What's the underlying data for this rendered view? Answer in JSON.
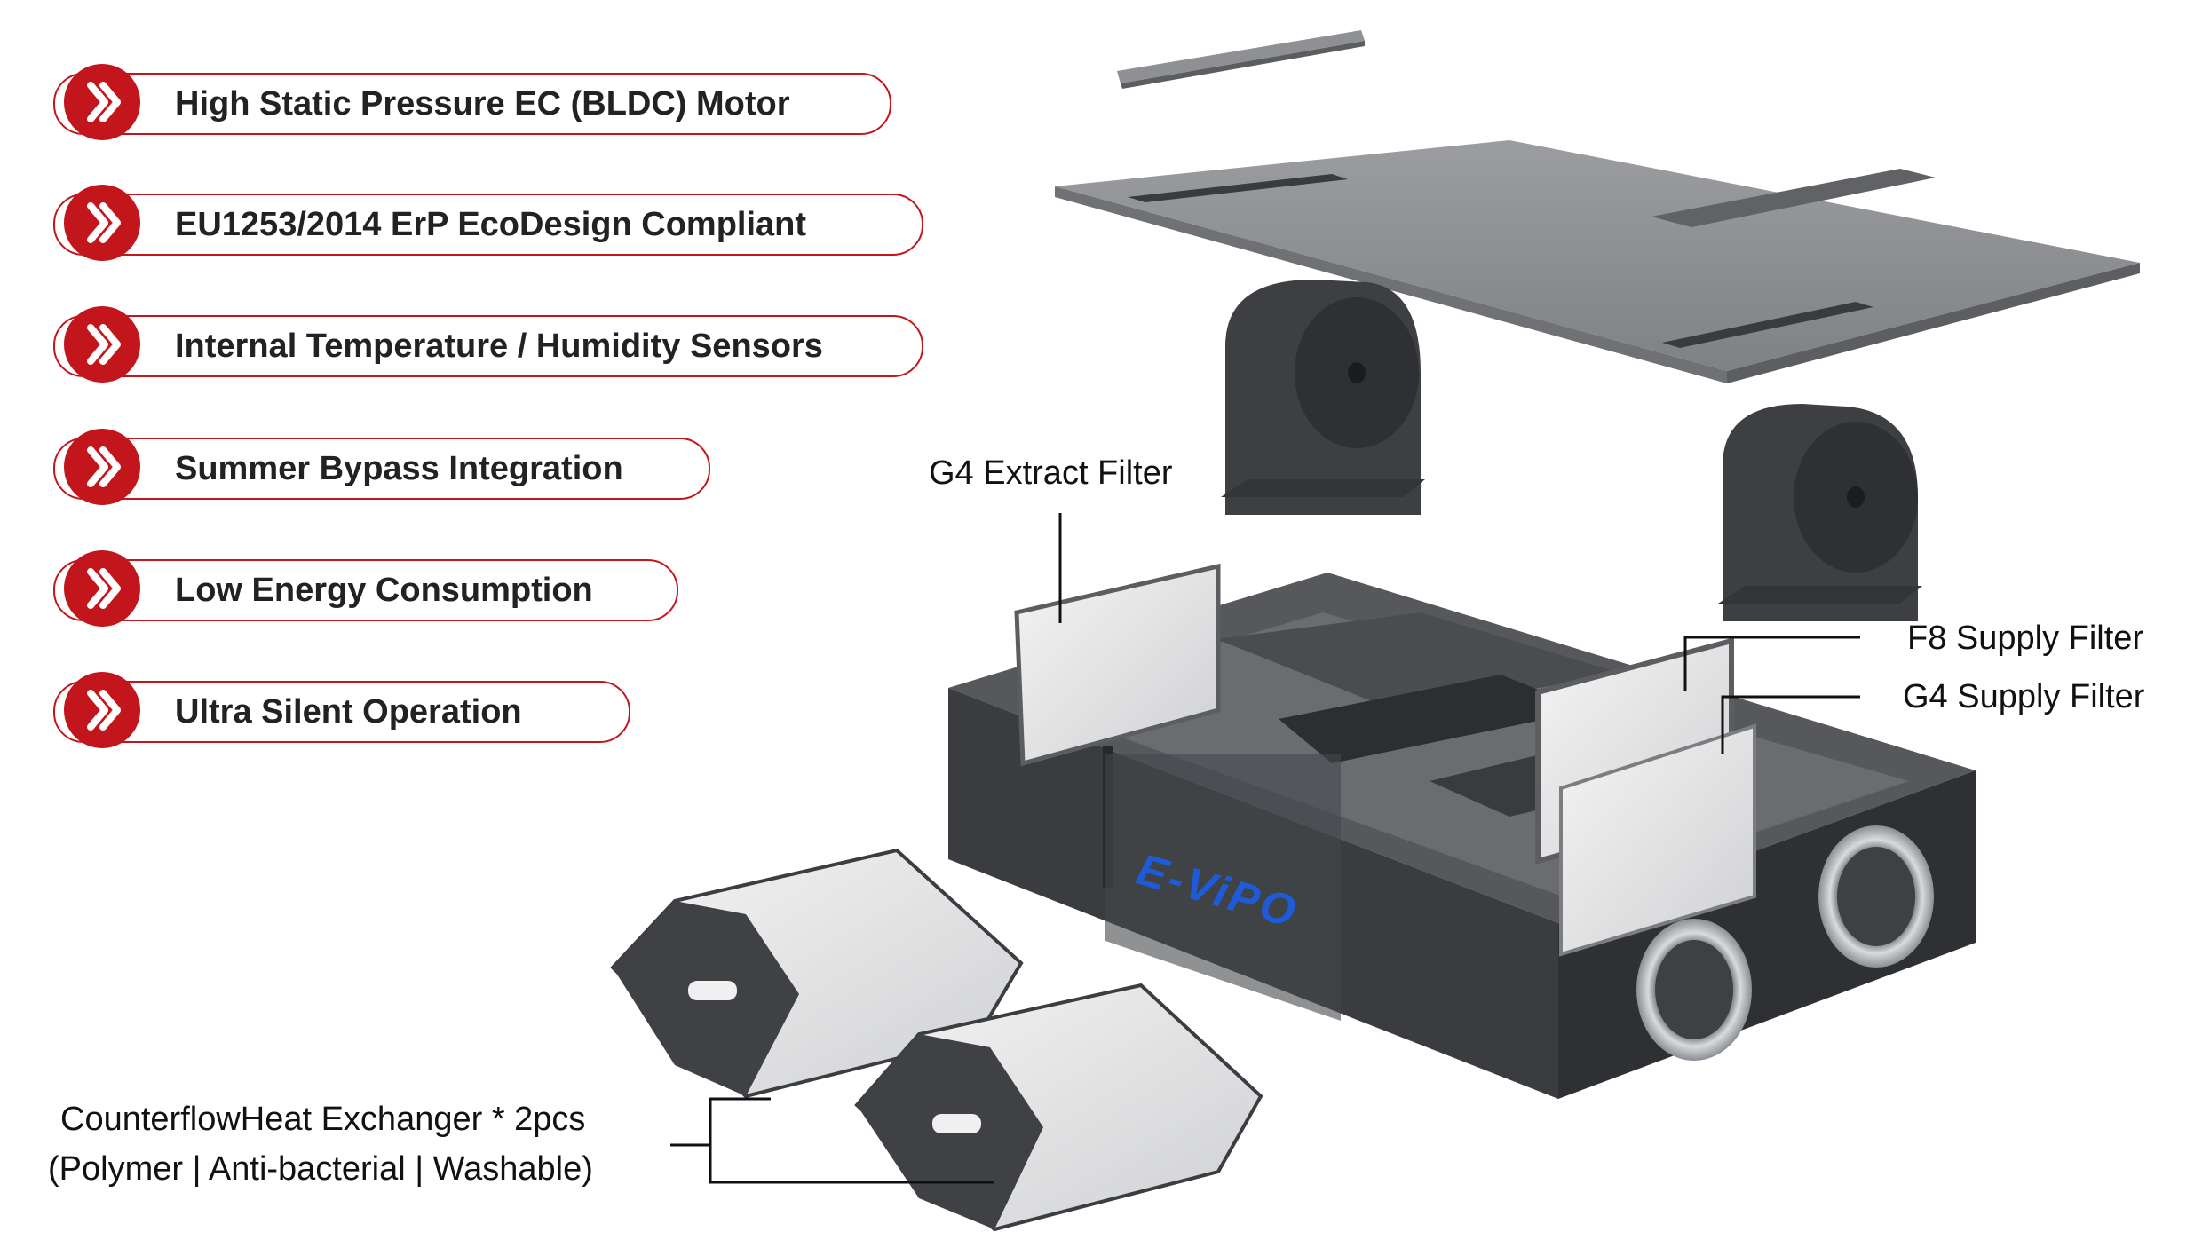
{
  "features": [
    {
      "label": "High Static Pressure EC (BLDC) Motor"
    },
    {
      "label": "EU1253/2014 ErP EcoDesign Compliant"
    },
    {
      "label": "Internal Temperature / Humidity Sensors"
    },
    {
      "label": "Summer Bypass Integration"
    },
    {
      "label": "Low Energy Consumption"
    },
    {
      "label": "Ultra Silent Operation"
    }
  ],
  "callouts": {
    "g4_extract": "G4 Extract Filter",
    "f8_supply": "F8 Supply Filter",
    "g4_supply": "G4 Supply Filter",
    "heat_exchanger_line1": "CounterflowHeat Exchanger * 2pcs",
    "heat_exchanger_line2": "(Polymer | Anti-bacterial | Washable)"
  },
  "brand": {
    "logo_text": "E-ViPO",
    "logo_color": "#1e5bd8"
  },
  "colors": {
    "accent": "#c3161c",
    "unit_dark": "#3b3c40",
    "panel_grey": "#8a8c90"
  },
  "icons": {
    "feature_bullet": "double-chevron-right-icon"
  }
}
